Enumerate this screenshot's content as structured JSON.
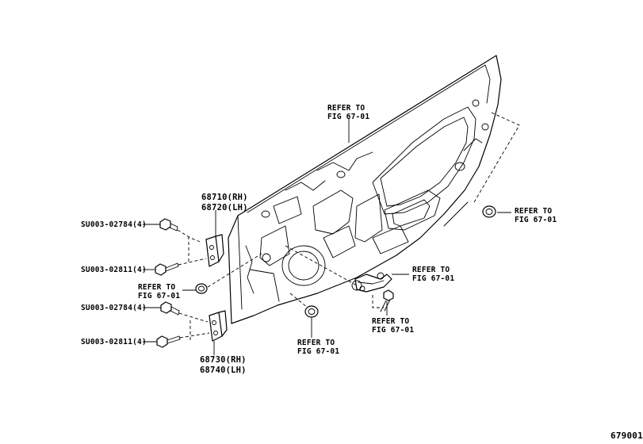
{
  "labels": {
    "refer_panel": [
      "REFER TO",
      "FIG 67-01"
    ],
    "refer_right_grommet": [
      "REFER TO",
      "FIG 67-01"
    ],
    "refer_check_upper": [
      "REFER TO",
      "FIG 67-01"
    ],
    "refer_check_lower": [
      "REFER TO",
      "FIG 67-01"
    ],
    "refer_plug_bottom": [
      "REFER TO",
      "FIG 67-01"
    ],
    "refer_plug_left": [
      "REFER TO",
      "FIG 67-01"
    ],
    "upper_hinge": [
      "68710(RH)",
      "68720(LH)"
    ],
    "lower_hinge": [
      "68730(RH)",
      "68740(LH)"
    ],
    "bolt_1": "SU003-02784(4)",
    "bolt_2": "SU003-02811(4)",
    "bolt_3": "SU003-02784(4)",
    "bolt_4": "SU003-02811(4)",
    "figure_id": "679001"
  }
}
